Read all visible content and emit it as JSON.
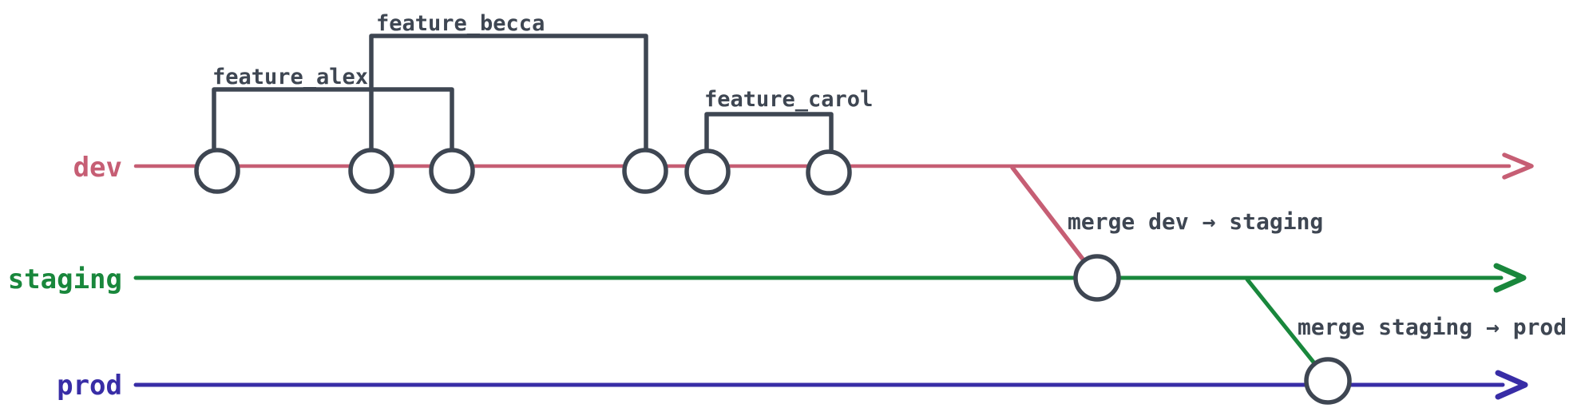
{
  "canvas": {
    "background": "#ffffff"
  },
  "colors": {
    "slate": "#3e4652",
    "dev": "#c65e74",
    "staging": "#19873c",
    "prod": "#382da6",
    "node_fill": "#ffffff"
  },
  "branches": [
    {
      "label": "dev",
      "color": "#c65e74",
      "commit_count": 6
    },
    {
      "label": "staging",
      "color": "#19873c",
      "commit_count": 1
    },
    {
      "label": "prod",
      "color": "#382da6",
      "commit_count": 1
    }
  ],
  "features": [
    {
      "label": "feature_alex",
      "branch": "dev",
      "start_commit_index": 1,
      "end_commit_index": 3
    },
    {
      "label": "feature_becca",
      "branch": "dev",
      "start_commit_index": 2,
      "end_commit_index": 4
    },
    {
      "label": "feature_carol",
      "branch": "dev",
      "start_commit_index": 5,
      "end_commit_index": 6
    }
  ],
  "merges": [
    {
      "label": "merge dev → staging",
      "from": "dev",
      "to": "staging"
    },
    {
      "label": "merge staging → prod",
      "from": "staging",
      "to": "prod"
    }
  ]
}
